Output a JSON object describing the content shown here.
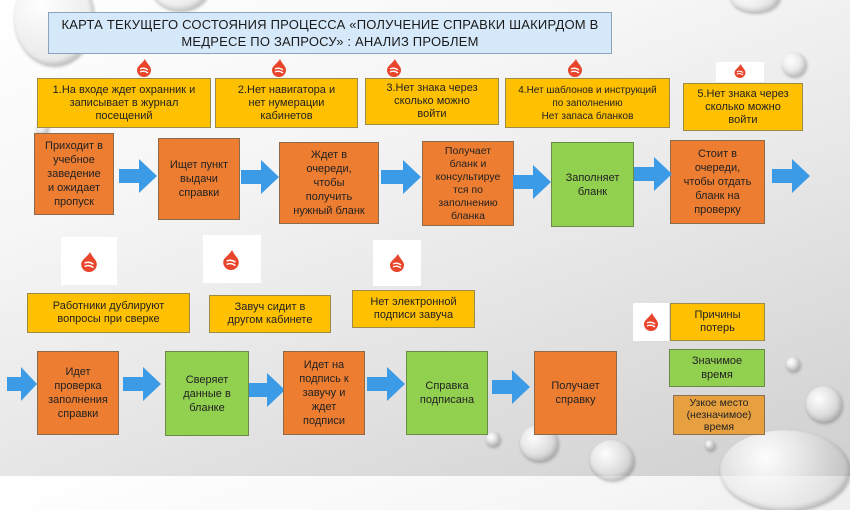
{
  "title": "КАРТА ТЕКУЩЕГО СОСТОЯНИЯ ПРОЦЕССА «ПОЛУЧЕНИЕ СПРАВКИ ШАКИРДОМ В МЕДРЕСЕ ПО ЗАПРОСУ» : АНАЛИЗ ПРОБЛЕМ",
  "top_issues": [
    {
      "text": "1.На входе ждет охранник и\nзаписывает в журнал\nпосещений"
    },
    {
      "text": "2.Нет навигатора и\nнет нумерации\nкабинетов"
    },
    {
      "text": "3.Нет знака через\nсколько можно\nвойти"
    },
    {
      "text": "4.Нет шаблонов и инструкций\nпо заполнению\nНет запаса бланков"
    },
    {
      "text": "5.Нет знака через\nсколько можно\nвойти"
    }
  ],
  "row1_steps": [
    {
      "text": "Приходит в\nучебное\nзаведение\nи ожидает\nпропуск",
      "type": "loss"
    },
    {
      "text": "Ищет пункт\nвыдачи\nсправки",
      "type": "loss"
    },
    {
      "text": "Ждет в\nочереди,\nчтобы\nполучить\nнужный бланк",
      "type": "loss"
    },
    {
      "text": "Получает\nбланк и\nконсультируе\nтся по\nзаполнению\nбланка",
      "type": "loss"
    },
    {
      "text": "Заполняет\nбланк",
      "type": "value"
    },
    {
      "text": "Стоит в\nочереди,\nчтобы отдать\nбланк на\nпроверку",
      "type": "loss"
    }
  ],
  "bottom_issues": [
    {
      "text": "Работники дублируют\nвопросы при сверке"
    },
    {
      "text": "Завуч сидит в\nдругом кабинете"
    },
    {
      "text": "Нет электронной\nподписи завуча"
    }
  ],
  "row2_steps": [
    {
      "text": "Идет\nпроверка\nзаполнения\nсправки",
      "type": "loss"
    },
    {
      "text": "Сверяет\nданные в\nбланке",
      "type": "value"
    },
    {
      "text": "Идет на\nподпись к\nзавучу и\nждет\nподписи",
      "type": "loss"
    },
    {
      "text": "Справка\nподписана",
      "type": "value"
    },
    {
      "text": "Получает\nсправку",
      "type": "loss"
    }
  ],
  "legend": [
    {
      "label": "Причины\nпотерь",
      "icon": "flame-icon",
      "color": "#ffc000"
    },
    {
      "label": "Значимое\nвремя",
      "color": "#92d050"
    },
    {
      "label": "Узкое место\n(незначимое)\nвремя",
      "color": "#e6a040"
    }
  ],
  "colors": {
    "issue": "#ffc000",
    "loss_step": "#ed7d31",
    "value_step": "#92d050",
    "arrow": "#3c9be6",
    "title_bg": "#d6e9fa",
    "flame": "#e8452c"
  }
}
